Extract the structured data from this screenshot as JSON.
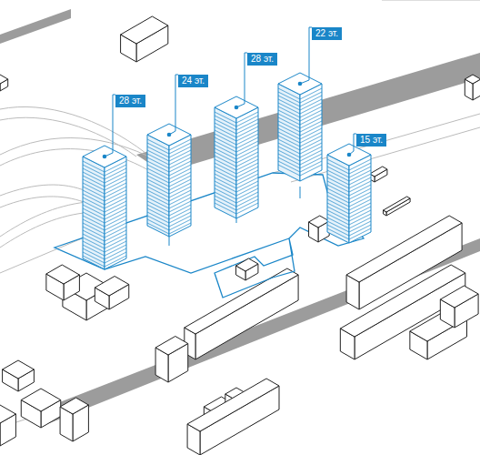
{
  "diagram": {
    "nodes": [
      {
        "text": [
          "28 эт."
        ]
      },
      {
        "text": [
          "24 эт."
        ]
      },
      {
        "text": [
          "28 эт."
        ]
      },
      {
        "text": [
          "22 эт."
        ]
      },
      {
        "text": [
          "15 эт."
        ]
      }
    ]
  }
}
